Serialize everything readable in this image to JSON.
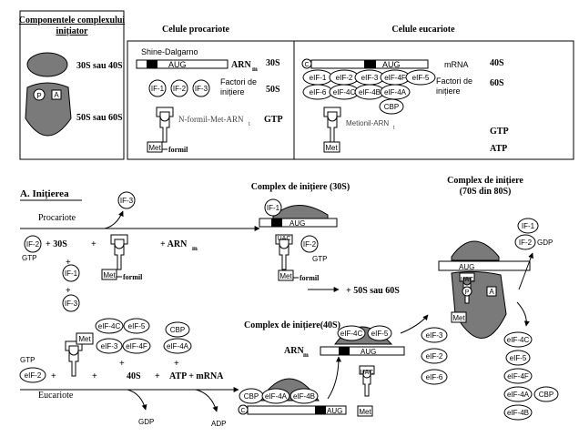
{
  "legend": {
    "title_line1": "Componentele complexului",
    "title_line2": "inițiator",
    "small_label": "30S sau 40S",
    "large_label": "50S sau 60S",
    "p_site": "P",
    "a_site": "A"
  },
  "prokaryote": {
    "header": "Celule procariote",
    "shine_dalgarno": "Shine-Dalgarno",
    "aug": "AUG",
    "arn_m": "ARN",
    "arn_m_sub": "m",
    "s30": "30S",
    "if1": "IF-1",
    "if2": "IF-2",
    "if3": "IF-3",
    "factori_line1": "Factori de",
    "factori_line2": "inițiere",
    "s50": "50S",
    "fmet_trna": "N-formil-Met-ARN",
    "fmet_trna_sub": "t",
    "gtp": "GTP",
    "met": "Met",
    "formil": "formil"
  },
  "eukaryote": {
    "header": "Celule eucariote",
    "cap": "C",
    "aug": "AUG",
    "mrna": "mRNA",
    "s40": "40S",
    "factors_row1": [
      "eIF-1",
      "eIF-2",
      "eIF-3",
      "eIF-4F",
      "eIF-5"
    ],
    "factors_row2": [
      "eIF-6",
      "eIF-4C",
      "eIF-4B",
      "eIF-4A"
    ],
    "cbp": "CBP",
    "factori_line1": "Factori de",
    "factori_line2": "inițiere",
    "s60": "60S",
    "met_trna": "Metionil-ARN",
    "met_trna_sub": "t",
    "gtp": "GTP",
    "atp": "ATP",
    "met": "Met"
  },
  "initiation": {
    "title": "A. Inițierea",
    "procariote": "Procariote",
    "eucariote": "Eucariote",
    "complex30": "Complex de inițiere (30S)",
    "complex40": "Complex de inițiere(40S)",
    "complex70_line1": "Complex de inițiere",
    "complex70_line2": "(70S din 80S)",
    "if3_released": "IF-3",
    "if2": "IF-2",
    "gtp": "GTP",
    "plus_30s": "+ 30S",
    "plus": "+",
    "if1": "IF-1",
    "if3": "IF-3",
    "plus_arnm": "+ ARN",
    "arnm_sub": "m",
    "met": "Met",
    "formil": "formil",
    "aug": "AUG",
    "uac": "UAC",
    "plus_50s60s": "+ 50S sau 60S",
    "if1_out": "IF-1",
    "if2_gdp": "IF-2",
    "gdp_label": "GDP",
    "p": "P",
    "a": "A",
    "euk_factors_a": [
      "eIF-4C",
      "eIF-3"
    ],
    "euk_factors_b": [
      "eIF-5",
      "eIF-4F"
    ],
    "cbp": "CBP",
    "eif4a": "eIF-4A",
    "eif2": "eIF-2",
    "s40": "40S",
    "atp_mrna": "ATP + mRNA",
    "gdp": "GDP",
    "adp": "ADP",
    "arnm_word": "ARN",
    "arnm_word_sub": "m",
    "c40_factors": [
      "eIF-4C",
      "eIF-5"
    ],
    "c40_bottom_factors": [
      "CBP",
      "eIF-4A",
      "eIF-4B"
    ],
    "cap": "C",
    "released_left": [
      "eIF-3",
      "eIF-2",
      "eIF-6"
    ],
    "released_right": [
      "eIF-4C",
      "eIF-5",
      "eIF-4F",
      "eIF-4A",
      "eIF-4B"
    ],
    "released_cbp": "CBP"
  }
}
